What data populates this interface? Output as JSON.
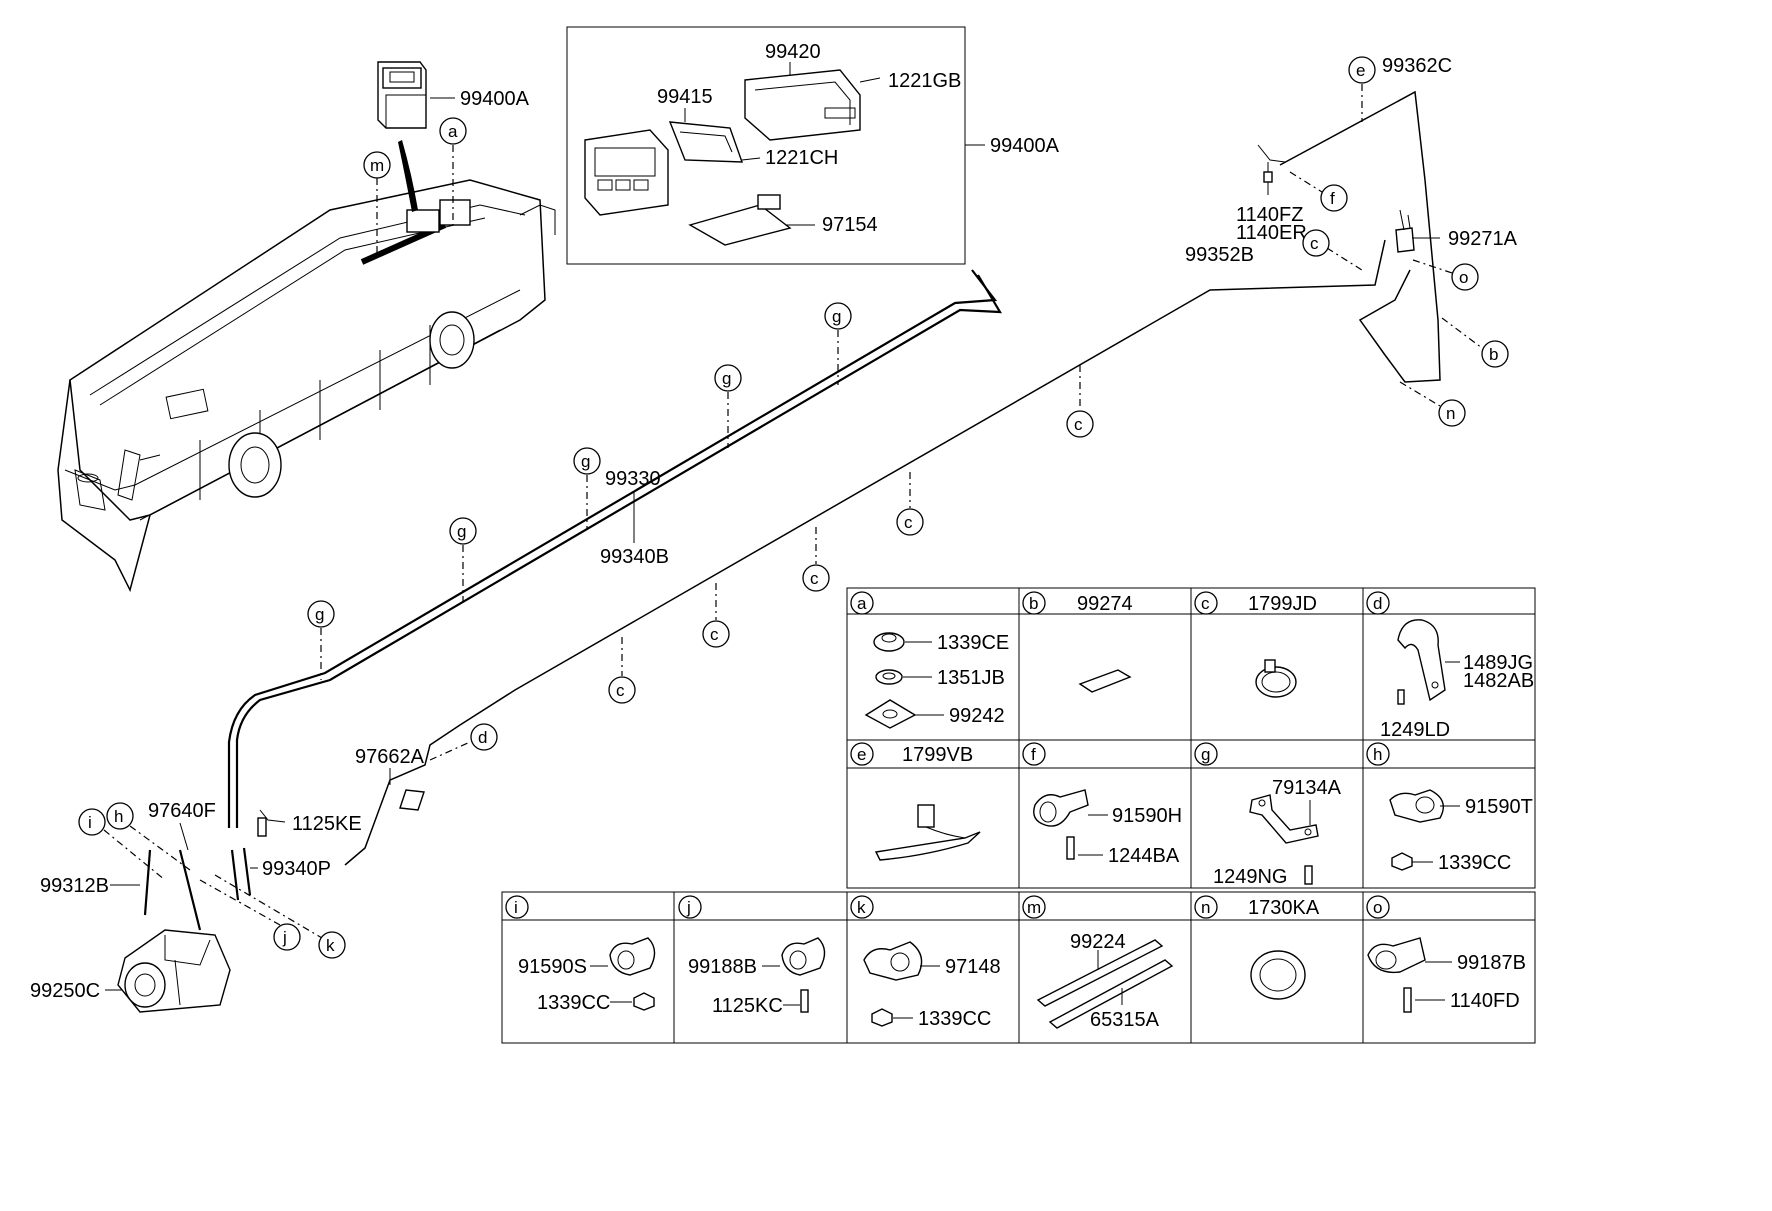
{
  "labels": {
    "p99400A_top": "99400A",
    "p99420": "99420",
    "p99415": "99415",
    "p1221GB": "1221GB",
    "p1221CH": "1221CH",
    "p99400A_box": "99400A",
    "p97154": "97154",
    "p99362C": "99362C",
    "p1140FZ": "1140FZ",
    "p1140ER": "1140ER",
    "p99271A": "99271A",
    "p99352B": "99352B",
    "p99330": "99330",
    "p99340B": "99340B",
    "p97662A": "97662A",
    "p97640F": "97640F",
    "p1125KE": "1125KE",
    "p99340P": "99340P",
    "p99312B": "99312B",
    "p99250C": "99250C"
  },
  "callouts": {
    "a": "a",
    "b": "b",
    "c": "c",
    "d": "d",
    "e": "e",
    "f": "f",
    "g": "g",
    "h": "h",
    "i": "i",
    "j": "j",
    "k": "k",
    "m": "m",
    "n": "n",
    "o": "o"
  },
  "table": {
    "a": {
      "key": "a",
      "title": "",
      "parts": [
        "1339CE",
        "1351JB",
        "99242"
      ]
    },
    "b": {
      "key": "b",
      "title": "99274",
      "parts": []
    },
    "c": {
      "key": "c",
      "title": "1799JD",
      "parts": []
    },
    "d": {
      "key": "d",
      "title": "",
      "parts": [
        "1489JG",
        "1482AB",
        "1249LD"
      ]
    },
    "e": {
      "key": "e",
      "title": "1799VB",
      "parts": []
    },
    "f": {
      "key": "f",
      "title": "",
      "parts": [
        "91590H",
        "1244BA"
      ]
    },
    "g": {
      "key": "g",
      "title": "",
      "parts": [
        "79134A",
        "1249NG"
      ]
    },
    "h": {
      "key": "h",
      "title": "",
      "parts": [
        "91590T",
        "1339CC"
      ]
    },
    "i": {
      "key": "i",
      "title": "",
      "parts": [
        "91590S",
        "1339CC"
      ]
    },
    "j": {
      "key": "j",
      "title": "",
      "parts": [
        "99188B",
        "1125KC"
      ]
    },
    "k": {
      "key": "k",
      "title": "",
      "parts": [
        "97148",
        "1339CC"
      ]
    },
    "m": {
      "key": "m",
      "title": "",
      "parts": [
        "99224",
        "65315A"
      ]
    },
    "n": {
      "key": "n",
      "title": "1730KA",
      "parts": []
    },
    "o": {
      "key": "o",
      "title": "",
      "parts": [
        "99187B",
        "1140FD"
      ]
    }
  }
}
